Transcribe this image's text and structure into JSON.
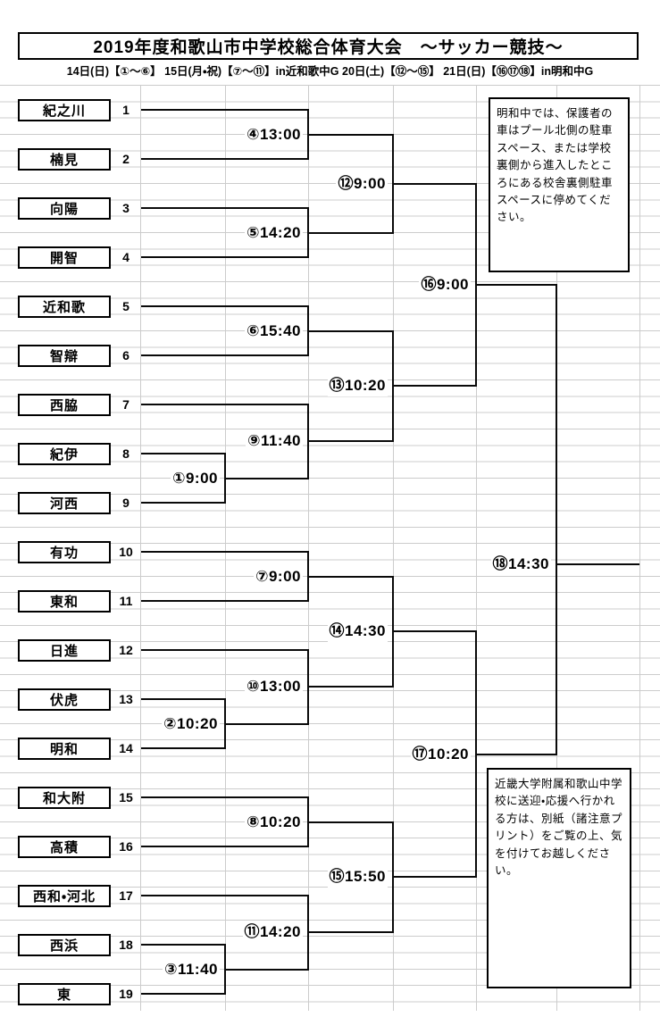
{
  "header": {
    "title": "2019年度和歌山市中学校総合体育大会　～サッカー競技～",
    "schedule": "14日(日)【①～⑥】 15日(月・祝)【⑦～⑪】in近和歌中G 20日(土)【⑫～⑮】 21日(日)【⑯⑰⑱】in明和中G"
  },
  "teams": [
    {
      "seed": 1,
      "name": "紀之川"
    },
    {
      "seed": 2,
      "name": "楠見"
    },
    {
      "seed": 3,
      "name": "向陽"
    },
    {
      "seed": 4,
      "name": "開智"
    },
    {
      "seed": 5,
      "name": "近和歌"
    },
    {
      "seed": 6,
      "name": "智辯"
    },
    {
      "seed": 7,
      "name": "西脇"
    },
    {
      "seed": 8,
      "name": "紀伊"
    },
    {
      "seed": 9,
      "name": "河西"
    },
    {
      "seed": 10,
      "name": "有功"
    },
    {
      "seed": 11,
      "name": "東和"
    },
    {
      "seed": 12,
      "name": "日進"
    },
    {
      "seed": 13,
      "name": "伏虎"
    },
    {
      "seed": 14,
      "name": "明和"
    },
    {
      "seed": 15,
      "name": "和大附"
    },
    {
      "seed": 16,
      "name": "高積"
    },
    {
      "seed": 17,
      "name": "西和・河北"
    },
    {
      "seed": 18,
      "name": "西浜"
    },
    {
      "seed": 19,
      "name": "東"
    }
  ],
  "matches": [
    {
      "id": 1,
      "num": "①",
      "time": "9:00",
      "round": 1,
      "top": "t8",
      "bottom": "t9"
    },
    {
      "id": 2,
      "num": "②",
      "time": "10:20",
      "round": 1,
      "top": "t13",
      "bottom": "t14"
    },
    {
      "id": 3,
      "num": "③",
      "time": "11:40",
      "round": 1,
      "top": "t18",
      "bottom": "t19"
    },
    {
      "id": 4,
      "num": "④",
      "time": "13:00",
      "round": 2,
      "top": "t1",
      "bottom": "t2"
    },
    {
      "id": 5,
      "num": "⑤",
      "time": "14:20",
      "round": 2,
      "top": "t3",
      "bottom": "t4"
    },
    {
      "id": 6,
      "num": "⑥",
      "time": "15:40",
      "round": 2,
      "top": "t5",
      "bottom": "t6"
    },
    {
      "id": 7,
      "num": "⑦",
      "time": "9:00",
      "round": 2,
      "top": "t10",
      "bottom": "t11"
    },
    {
      "id": 8,
      "num": "⑧",
      "time": "10:20",
      "round": 2,
      "top": "t15",
      "bottom": "t16"
    },
    {
      "id": 9,
      "num": "⑨",
      "time": "11:40",
      "round": 2,
      "top": "t7",
      "bottom": "m1"
    },
    {
      "id": 10,
      "num": "⑩",
      "time": "13:00",
      "round": 2,
      "top": "t12",
      "bottom": "m2"
    },
    {
      "id": 11,
      "num": "⑪",
      "time": "14:20",
      "round": 2,
      "top": "t17",
      "bottom": "m3"
    },
    {
      "id": 12,
      "num": "⑫",
      "time": "9:00",
      "round": 3,
      "top": "m4",
      "bottom": "m5"
    },
    {
      "id": 13,
      "num": "⑬",
      "time": "10:20",
      "round": 3,
      "top": "m6",
      "bottom": "m9"
    },
    {
      "id": 14,
      "num": "⑭",
      "time": "14:30",
      "round": 3,
      "top": "m7",
      "bottom": "m10"
    },
    {
      "id": 15,
      "num": "⑮",
      "time": "15:50",
      "round": 3,
      "top": "m8",
      "bottom": "m11"
    },
    {
      "id": 16,
      "num": "⑯",
      "time": "9:00",
      "round": 4,
      "top": "m12",
      "bottom": "m13"
    },
    {
      "id": 17,
      "num": "⑰",
      "time": "10:20",
      "round": 4,
      "top": "m14",
      "bottom": "m15"
    },
    {
      "id": 18,
      "num": "⑱",
      "time": "14:30",
      "round": 5,
      "top": "m16",
      "bottom": "m17"
    }
  ],
  "notes": [
    {
      "text": "明和中では、保護者の車はプール北側の駐車スペース、または学校裏側から進入したところにある校舎裏側駐車スペースに停めてください。"
    },
    {
      "text": "近畿大学附属和歌山中学校に送迎・応援へ行かれる方は、別紙（諸注意プリント）をご覧の上、気を付けてお越しください。"
    }
  ],
  "colors": {
    "line": "#0a0a0a",
    "grid": "#cccccc",
    "background": "#ffffff",
    "text": "#000000"
  }
}
